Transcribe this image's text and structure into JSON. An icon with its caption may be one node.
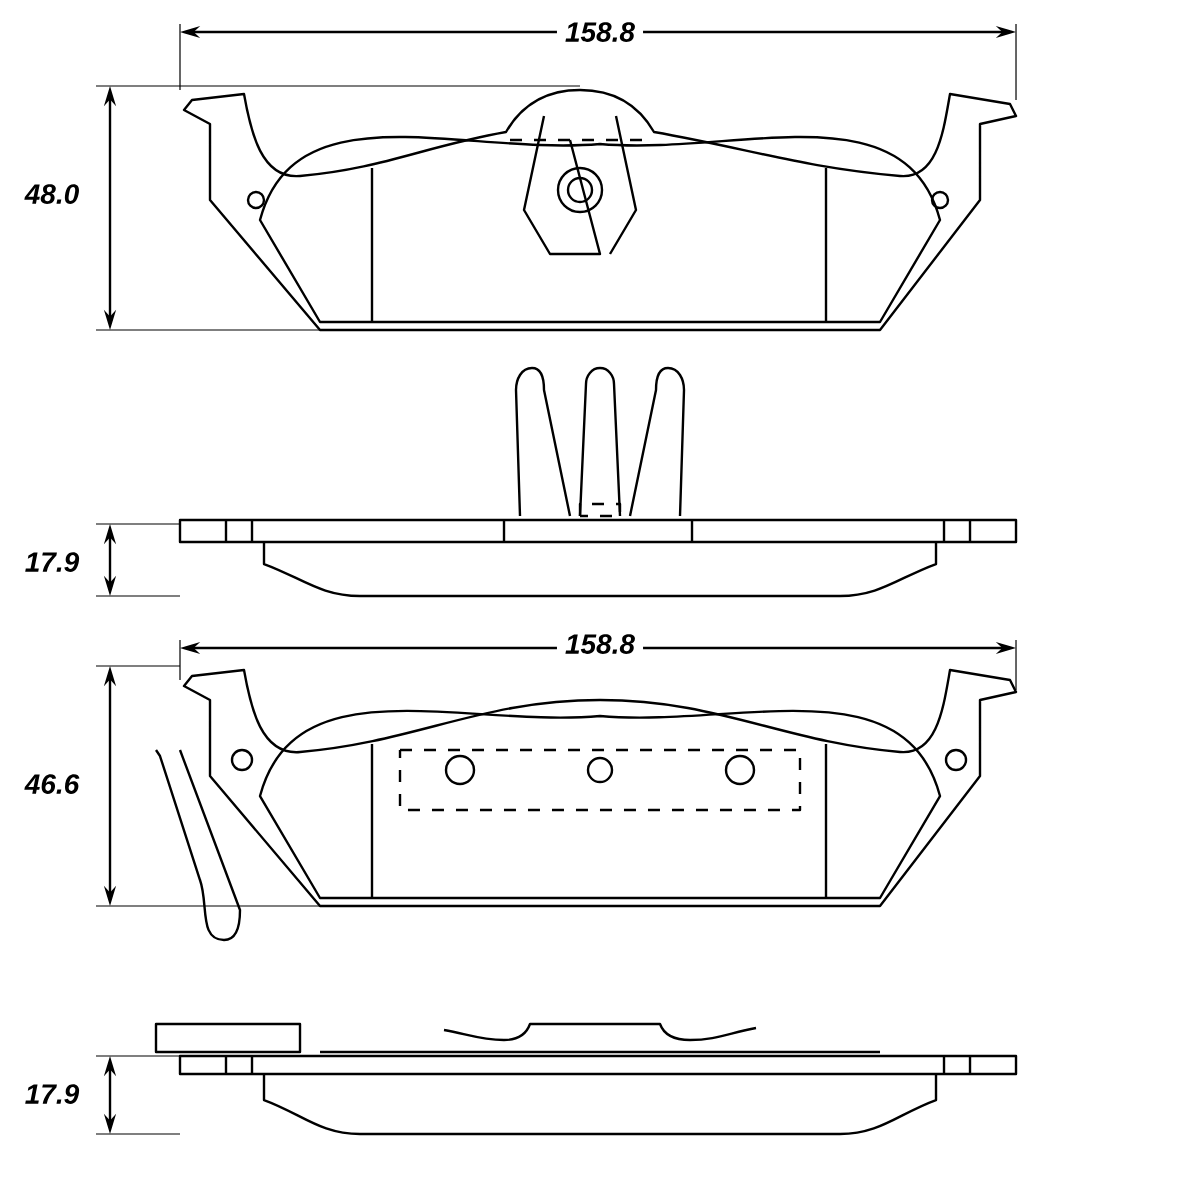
{
  "diagram": {
    "labels": [
      "158.8",
      "48.0",
      "17.9",
      "158.8",
      "46.6",
      "17.9"
    ]
  }
}
